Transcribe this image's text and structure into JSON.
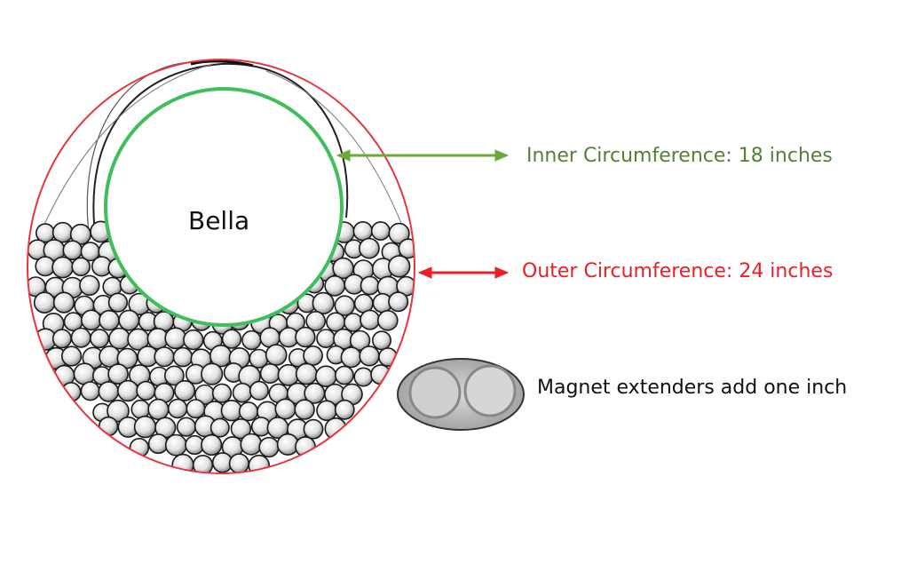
{
  "diagram": {
    "center_label": "Bella",
    "inner": {
      "text": "Inner Circumference: 18 inches",
      "color": "#538135"
    },
    "outer": {
      "text": "Outer Circumference: 24 inches",
      "color": "#ee1c24"
    },
    "magnet": {
      "text": "Magnet extenders add one inch"
    },
    "colors": {
      "inner_circle": "#3fbf5a",
      "outer_circle": "#e8353d",
      "inner_arrow": "#6aaa3a",
      "outer_arrow": "#ee1c24"
    }
  }
}
